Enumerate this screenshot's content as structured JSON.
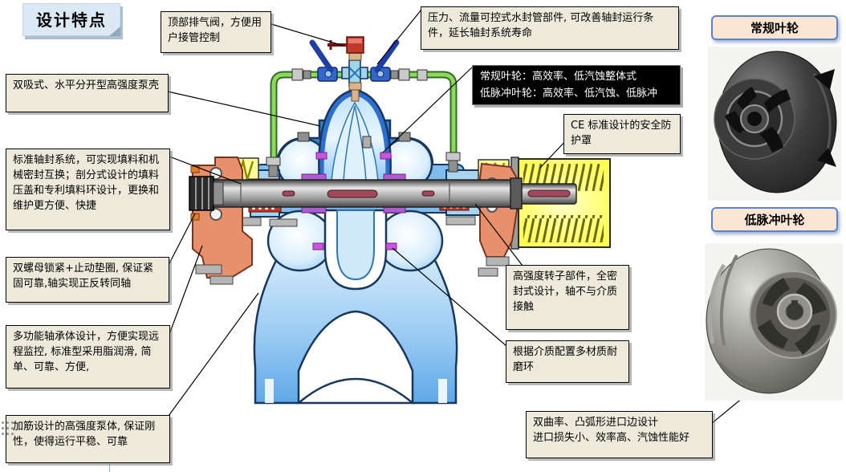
{
  "title": "设计特点",
  "callouts": {
    "top_vent": "顶部排气阀，方便用户接管控制",
    "water_seal_pipe": "压力、流量可控式水封管部件, 可改善轴封运行条件，延长轴封系统寿命",
    "pump_casing": "双吸式、水平分开型高强度泵壳",
    "shaft_seal": "标准轴封系统，可实现填料和机械密封互换；剖分式设计的填料压盖和专利填料环设计，更换和维护更方便、快捷",
    "lock_nut": "双螺母锁紧+止动垫圈, 保证紧固可靠,轴实现正反转同轴",
    "bearing_body": "多功能轴承体设计，方便实现远程监控, 标准型采用脂润滑, 简单、可靠、方便,",
    "ribbed_body": "加筋设计的高强度泵体, 保证刚性，使得运行平稳、可靠",
    "ce_guard": "CE 标准设计的安全防护罩",
    "rotor": "高强度转子部件，全密封式设计，轴不与介质接触",
    "wear_ring": "根据介质配置多材质耐磨环",
    "impeller_note": {
      "line1": "常规叶轮：高效率、低汽蚀整体式",
      "line2": "低脉冲叶轮：高效率、低汽蚀、低脉冲"
    },
    "inlet_edge": {
      "line1": "双曲率、凸弧形进口边设计",
      "line2": "进口损失小、效率高、汽蚀性能好"
    }
  },
  "right_panel": {
    "conventional_label": "常规叶轮",
    "low_pulse_label": "低脉冲叶轮"
  },
  "colors": {
    "callout_bg": "#EDEADB",
    "note_bg": "#000000",
    "note_text": "#FFFFFF",
    "impeller_label_bg": "#FCE5D2",
    "impeller_label_border": "#5B83C9",
    "title_bg": "#DCE9F5",
    "casing_blue": "#2E75B6",
    "casing_outline": "#17375E",
    "guard_yellow": "#FFFF33",
    "bearing_salmon": "#E8906B",
    "pipe_green": "#7FD53F",
    "wear_ring_magenta": "#CC55DD",
    "keyway_maroon": "#9E4A5C"
  }
}
